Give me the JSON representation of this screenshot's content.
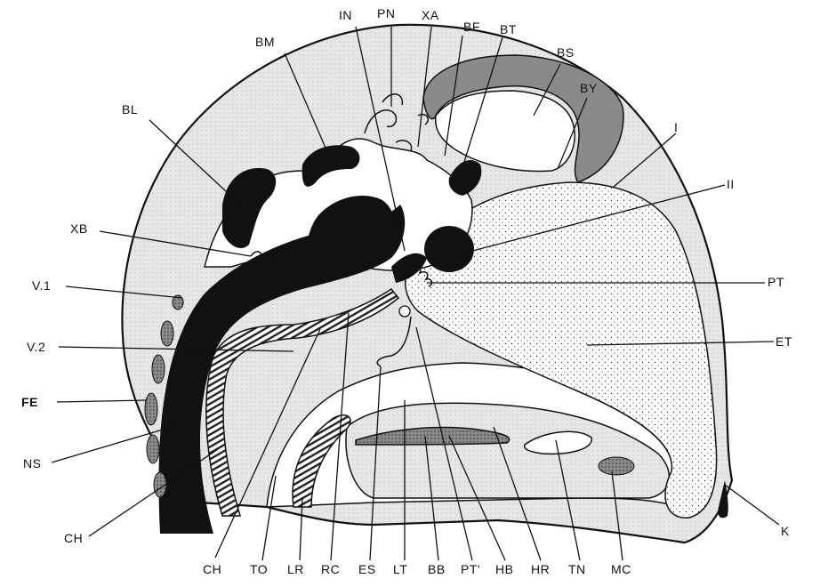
{
  "diagram": {
    "labels": {
      "IN": "IN",
      "PN": "PN",
      "XA": "XA",
      "BF": "BF",
      "BT": "BT",
      "BM": "BM",
      "BS": "BS",
      "BY": "BY",
      "BL": "BL",
      "I": "I",
      "II": "II",
      "XB": "XB",
      "PT": "PT",
      "V1": "V.1",
      "ET": "ET",
      "V2": "V.2",
      "FE": "FE",
      "NS": "NS",
      "K": "K",
      "CH_left": "CH",
      "CH_bottom": "CH",
      "TO": "TO",
      "LR": "LR",
      "RC": "RC",
      "ES": "ES",
      "LT": "LT",
      "BB": "BB",
      "PT_prime": "PT'",
      "HB": "HB",
      "HR": "HR",
      "TN": "TN",
      "MC": "MC"
    }
  }
}
